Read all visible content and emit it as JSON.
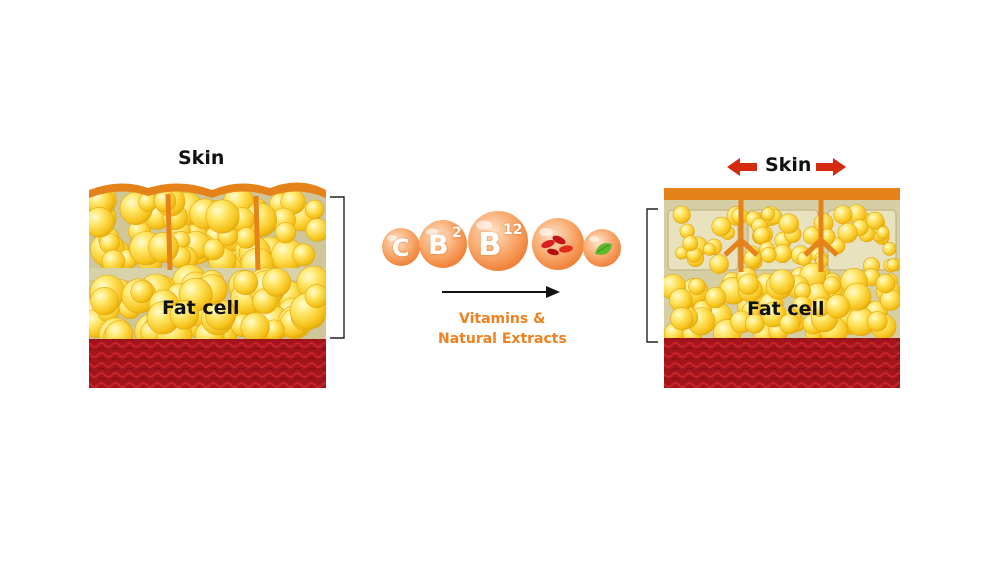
{
  "labels": {
    "skin_before": "Skin",
    "skin_after": "Skin",
    "fat_before": "Fat cell",
    "fat_after": "Fat cell",
    "process_line1": "Vitamins &",
    "process_line2": "Natural Extracts"
  },
  "vitamins": [
    {
      "letter": "C",
      "sup": ""
    },
    {
      "letter": "B",
      "sup": "2"
    },
    {
      "letter": "B",
      "sup": "12"
    }
  ],
  "extracts": [
    "goji-berry-icon",
    "green-leaf-icon"
  ],
  "colors": {
    "skin": "#e5821a",
    "fat_cell": "#fbd43a",
    "fat_cell_light": "#fff3a0",
    "tissue_bed": "#cfc79a",
    "muscle": "#b51d1d",
    "bubble": "#f7a062",
    "arrow_red": "#d42a0e",
    "text_accent": "#f0801e"
  }
}
